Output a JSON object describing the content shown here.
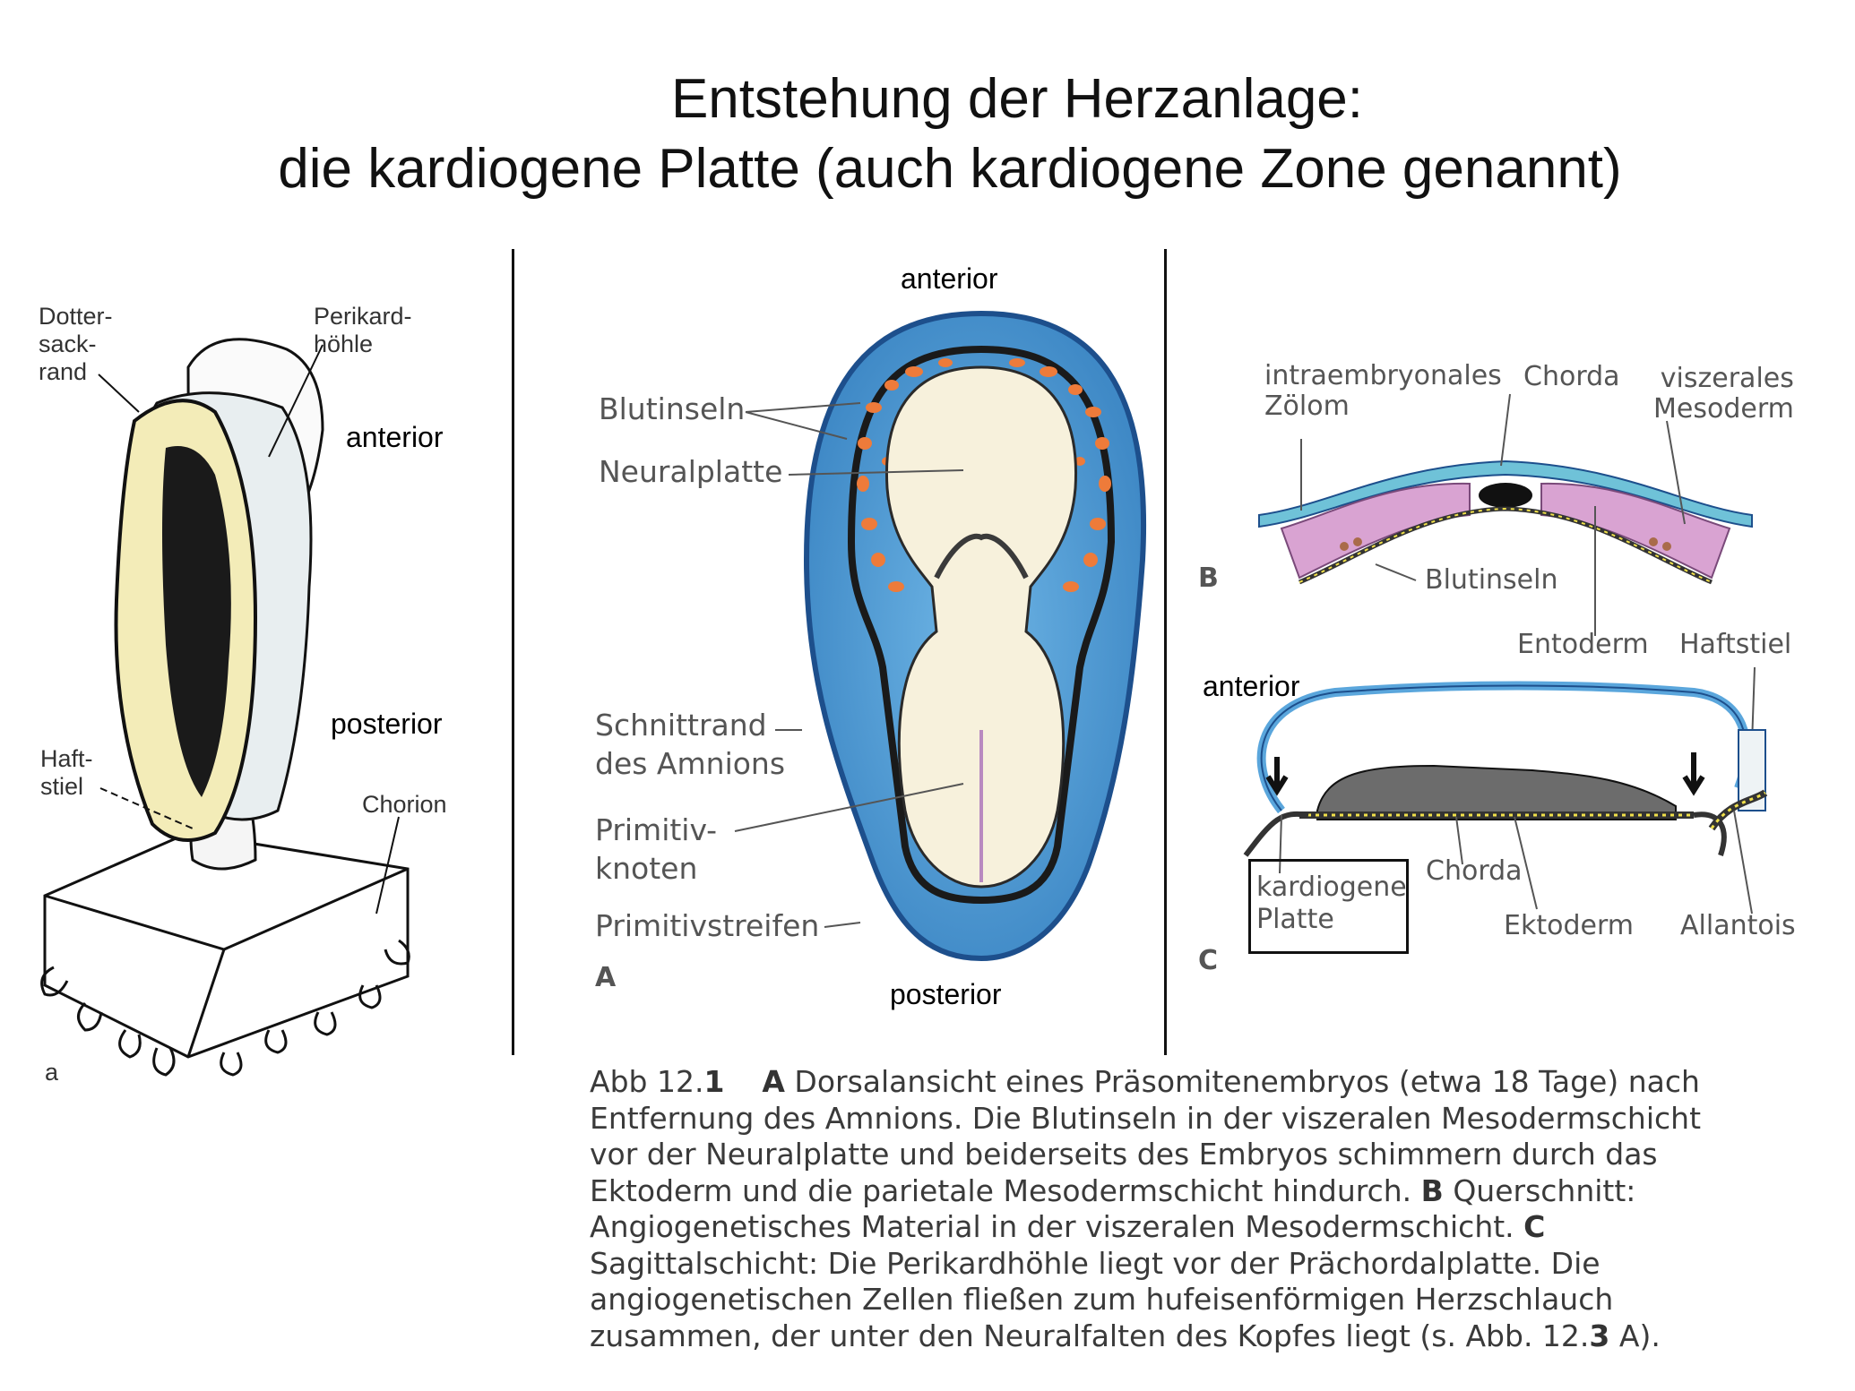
{
  "title": {
    "line1": "Entstehung der Herzanlage:",
    "line2": "die kardiogene Platte (auch kardiogene Zone genannt)"
  },
  "panel_a": {
    "labels": {
      "dottersackrand": "Dotter-\nsack-\nrand",
      "perikardhoehle": "Perikard-\nhöhle",
      "haftstiel": "Haft-\nstiel",
      "chorion": "Chorion",
      "letter": "a"
    },
    "anterior": "anterior",
    "posterior": "posterior"
  },
  "panel_b_dorsal": {
    "anterior": "anterior",
    "posterior": "posterior",
    "labels": {
      "blutinseln": "Blutinseln",
      "neuralplatte": "Neuralplatte",
      "schnittrand": "Schnittrand\ndes Amnions",
      "primitivknoten": "Primitiv-\nknoten",
      "primitivstreifen": "Primitivstreifen",
      "letter": "A"
    }
  },
  "panel_c_section_b": {
    "labels": {
      "zoelom": "intraembryonales\nZölom",
      "chorda": "Chorda",
      "viszerales": "viszerales\nMesoderm",
      "blutinseln": "Blutinseln",
      "entoderm": "Entoderm",
      "haftstiel": "Haftstiel",
      "letter": "B"
    }
  },
  "panel_c_section_c": {
    "anterior": "anterior",
    "labels": {
      "kardiogene": "kardiogene\nPlatte",
      "chorda": "Chorda",
      "ektoderm": "Ektoderm",
      "allantois": "Allantois",
      "letter": "C"
    }
  },
  "caption": {
    "abb": "Abb 12.",
    "abb_num": "1",
    "a_letter": "A",
    "a_text": " Dorsalansicht eines Präsomitenembryos (etwa 18 Tage) nach Entfernung des Amnions. Die Blutinseln in der viszeralen Mesodermschicht vor der Neuralplatte und beiderseits des Embryos schimmern durch das Ektoderm und die parietale Mesodermschicht hindurch. ",
    "b_letter": "B",
    "b_text": " Querschnitt: Angiogenetisches Material in der viszeralen Mesodermschicht. ",
    "c_letter": "C",
    "c_text": " Sagittalschicht: Die Perikardhöhle liegt vor der Prächordalplatte. Die angiogenetischen Zellen fließen zum hufeisenförmigen Herzschlauch zusammen, der unter den Neuralfalten des Kopfes liegt (s. Abb. 12.",
    "c_ref_num": "3",
    "c_end": " A)."
  },
  "colors": {
    "blue": "#5aa6dc",
    "dark_blue": "#1d4f8c",
    "orange": "#ee7b3a",
    "cream": "#f7f1dc",
    "pink": "#d9a3d2",
    "yolk": "#f3ecb8"
  }
}
